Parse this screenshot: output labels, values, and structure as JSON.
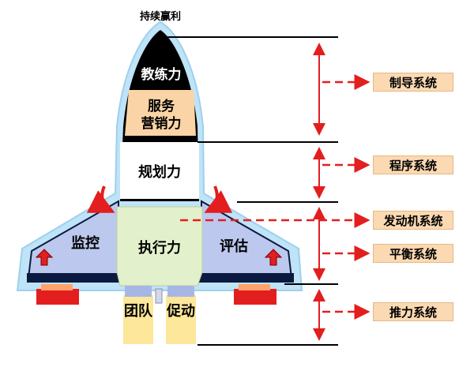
{
  "title": "持续赢利",
  "segments": {
    "nose": "教练力",
    "service": "服务\n营销力",
    "planning": "规划力",
    "execution": "执行力",
    "left_wing": "监控",
    "right_wing": "评估",
    "engine_left": "团队",
    "engine_right": "促动"
  },
  "systems": [
    "制导系统",
    "程序系统",
    "发动机系统",
    "平衡系统",
    "推力系统"
  ],
  "colors": {
    "glow": "#bfe3f7",
    "wing": "#bcc8ee",
    "body_dark": "#000000",
    "service_fill": "#fad4a6",
    "planning_fill": "#ffffff",
    "execution_fill": "#e2f0cb",
    "engine_fill": "#fde79a",
    "accent_red": "#e31e1e",
    "box_fill": "#fbd9b2"
  }
}
